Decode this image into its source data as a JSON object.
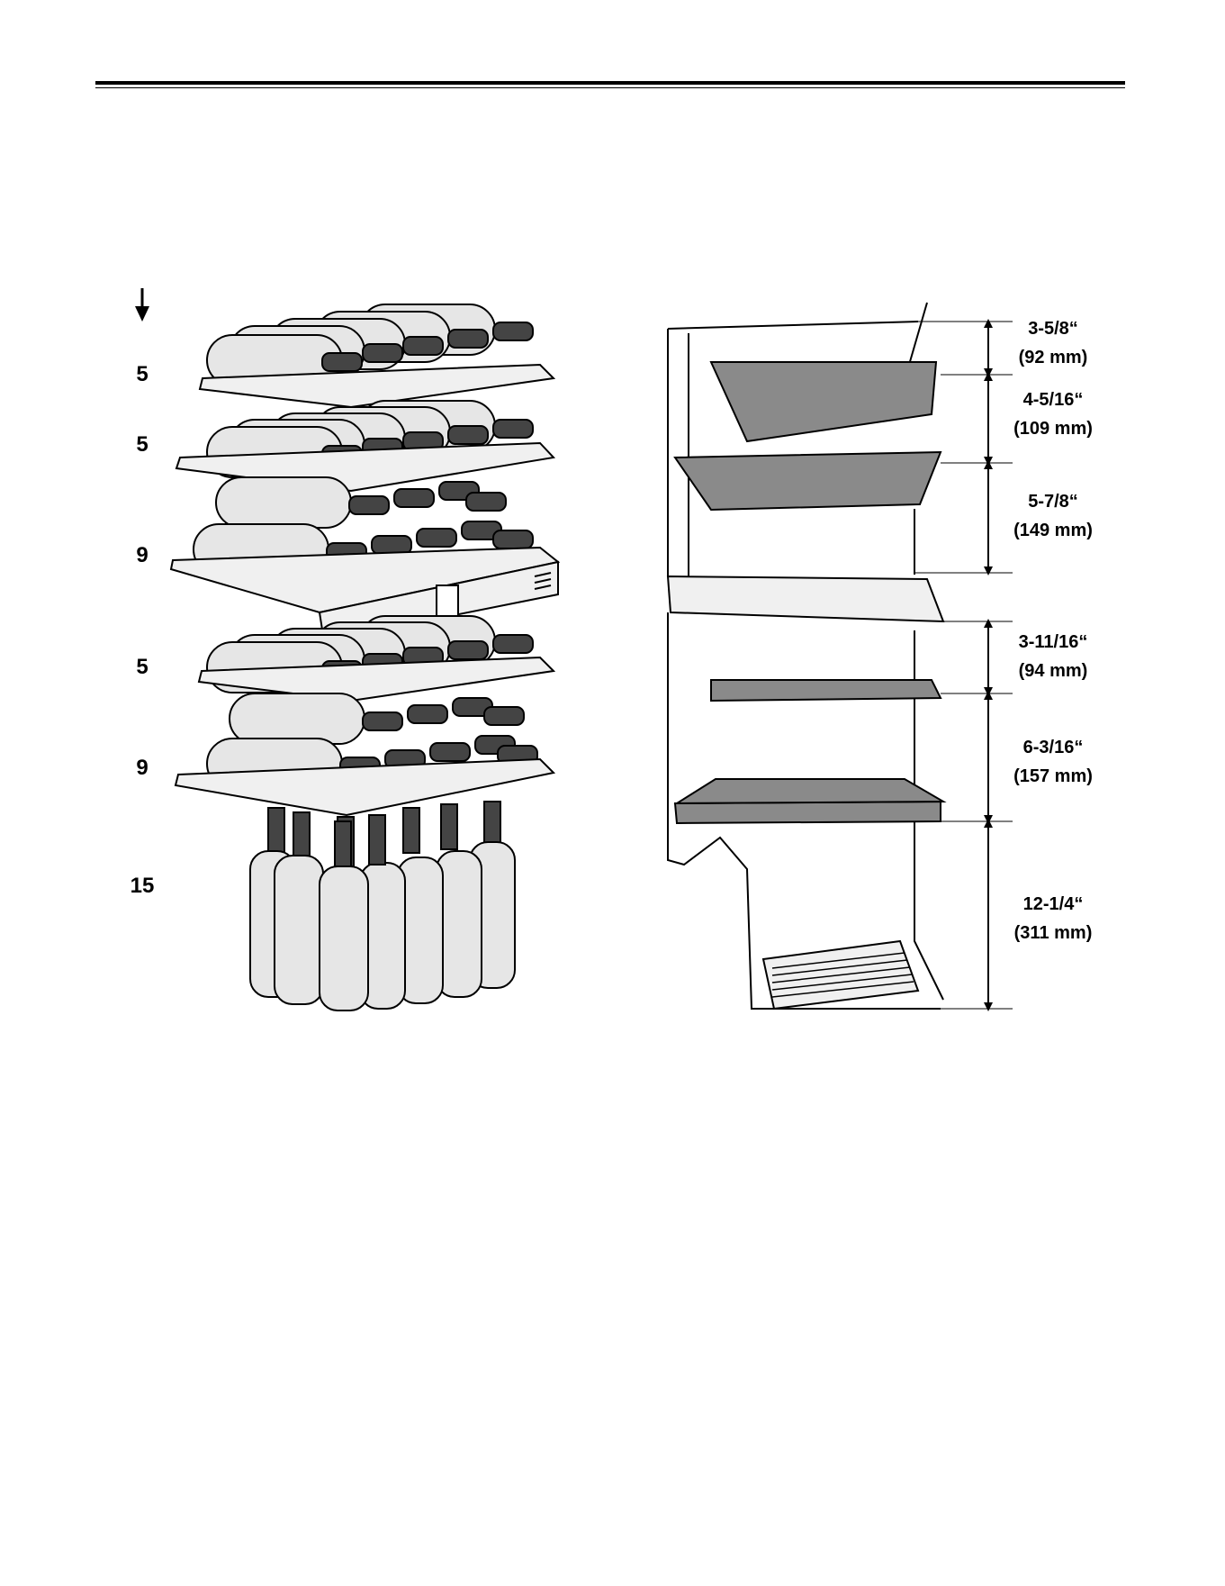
{
  "rack": {
    "direction_icon": "arrow-down-icon",
    "counts": [
      "5",
      "5",
      "9",
      "5",
      "9",
      "15"
    ]
  },
  "dimensions": [
    {
      "imperial": "3-5/8“",
      "metric": "(92 mm)"
    },
    {
      "imperial": "4-5/16“",
      "metric": "(109 mm)"
    },
    {
      "imperial": "5-7/8“",
      "metric": "(149 mm)"
    },
    {
      "imperial": "3-11/16“",
      "metric": "(94 mm)"
    },
    {
      "imperial": "6-3/16“",
      "metric": "(157 mm)"
    },
    {
      "imperial": "12-1/4“",
      "metric": "(311 mm)"
    }
  ]
}
